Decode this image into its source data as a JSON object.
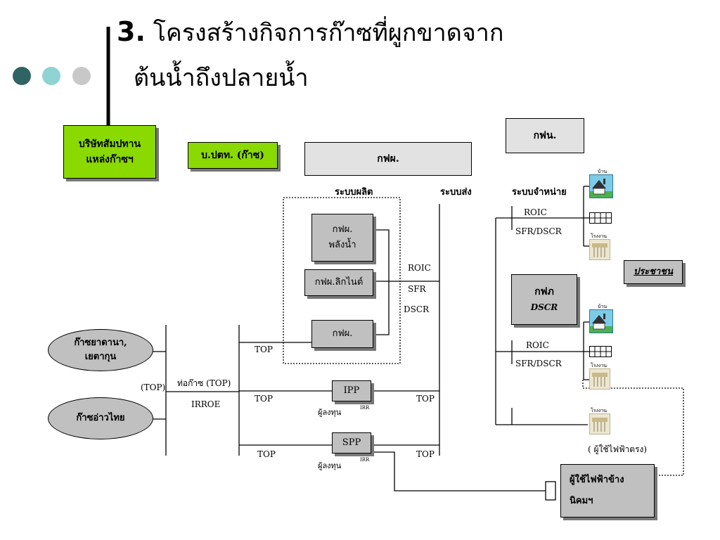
{
  "title": {
    "number": "3.",
    "line1": "โครงสร้างกิจการก๊าซที่ผูกขาดจาก",
    "line2": "ต้นน้ำถึงปลายน้ำ"
  },
  "boxes": {
    "concession": "บริษัทสัมปทาน\nแหล่งก๊าซฯ",
    "ptt": "บ.ปตท. (ก๊าซ)",
    "egat": "กฟผ.",
    "mea": "กฟน.",
    "hydro": "กฟผ.\nพลังน้ำ",
    "lignite": "กฟผ.ลิกไนต์",
    "egat_plant": "กฟผ.",
    "ipp": "IPP",
    "spp": "SPP",
    "pea": "กฟภ",
    "pea_sub": "DSCR",
    "people": "ประชาชน",
    "estate": "ผู้ใช้ไฟฟ้าข้าง\nนิคมฯ"
  },
  "ovals": {
    "yadana": "ก๊าซยาดานา,\nเยตากุน",
    "gulf": "ก๊าซอ่าวไทย"
  },
  "section_labels": {
    "generation": "ระบบผลิต",
    "transmission": "ระบบส่ง",
    "distribution": "ระบบจำหน่าย"
  },
  "labels": {
    "roic_1": "ROIC",
    "sfr_dscr_1": "SFR/DSCR",
    "roic_2": "ROIC",
    "sfr": "SFR",
    "dscr": "DSCR",
    "roic_3": "ROIC",
    "sfr_dscr_3": "SFR/DSCR",
    "top_egat": "TOP",
    "pipeline": "ท่อก๊าซ (TOP)",
    "top_left": "(TOP)",
    "irroe": "IRROE",
    "top_ipp_l": "TOP",
    "top_ipp_r": "TOP",
    "top_spp_l": "TOP",
    "top_spp_r": "TOP",
    "investor_1": "ผู้ลงทุน",
    "irr_1": "IRR",
    "investor_2": "ผู้ลงทุน",
    "irr_2": "IRR",
    "direct_user": "( ผู้ใช้ไฟฟ้าตรง)"
  },
  "icon_labels": {
    "house_1": "บ้าน",
    "factory_1": "โรงงาน",
    "house_2": "บ้าน",
    "factory_2": "โรงงาน",
    "factory_3": "โรงงาน"
  },
  "colors": {
    "green": "#8ad900",
    "grey_box": "#c0c0c0",
    "dot_1": "#2f6464",
    "dot_2": "#8fd3d3",
    "dot_3": "#c8c8c8"
  }
}
